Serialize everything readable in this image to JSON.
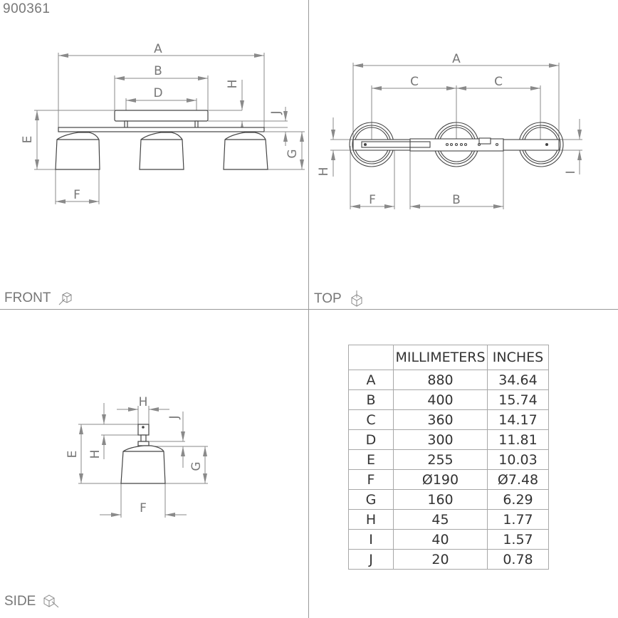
{
  "document": {
    "product_code": "900361"
  },
  "views": {
    "front": {
      "label": "FRONT",
      "icon": "cube-front-view-icon",
      "dims": [
        "A",
        "B",
        "D",
        "H",
        "J",
        "E",
        "G",
        "F"
      ]
    },
    "top": {
      "label": "TOP",
      "icon": "cube-top-view-icon",
      "dims": [
        "A",
        "C",
        "C",
        "H",
        "I",
        "F",
        "B"
      ]
    },
    "side": {
      "label": "SIDE",
      "icon": "cube-side-view-icon",
      "dims": [
        "H",
        "J",
        "E",
        "H",
        "G",
        "F"
      ]
    }
  },
  "dim_letters": {
    "A": "A",
    "B": "B",
    "C": "C",
    "D": "D",
    "E": "E",
    "F": "F",
    "G": "G",
    "H": "H",
    "I": "I",
    "J": "J"
  },
  "table": {
    "headers": [
      "",
      "MILLIMETERS",
      "INCHES"
    ],
    "rows": [
      {
        "key": "A",
        "mm": "880",
        "in": "34.64"
      },
      {
        "key": "B",
        "mm": "400",
        "in": "15.74"
      },
      {
        "key": "C",
        "mm": "360",
        "in": "14.17"
      },
      {
        "key": "D",
        "mm": "300",
        "in": "11.81"
      },
      {
        "key": "E",
        "mm": "255",
        "in": "10.03"
      },
      {
        "key": "F",
        "mm": "Ø190",
        "in": "Ø7.48"
      },
      {
        "key": "G",
        "mm": "160",
        "in": "6.29"
      },
      {
        "key": "H",
        "mm": "45",
        "in": "1.77"
      },
      {
        "key": "I",
        "mm": "40",
        "in": "1.57"
      },
      {
        "key": "J",
        "mm": "20",
        "in": "0.78"
      }
    ]
  },
  "colors": {
    "line": "#555555",
    "dim_line": "#8a8a8a",
    "text": "#777777",
    "divider": "#9a9a9a"
  }
}
